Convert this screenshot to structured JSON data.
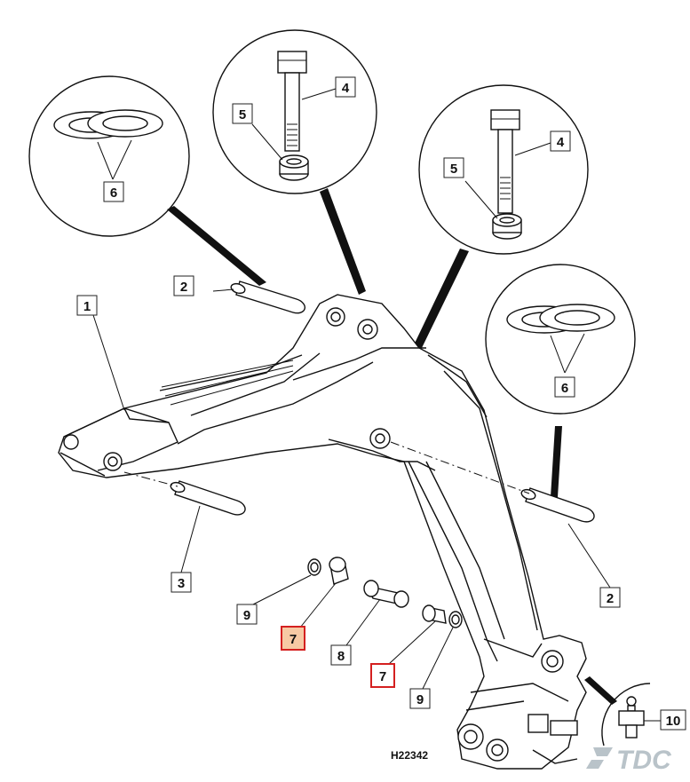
{
  "drawing_code": "H22342",
  "logo_text": "TDC",
  "callouts": [
    {
      "id": "c1",
      "label": "1",
      "state": "normal"
    },
    {
      "id": "c2a",
      "label": "2",
      "state": "normal"
    },
    {
      "id": "c2b",
      "label": "2",
      "state": "normal"
    },
    {
      "id": "c3",
      "label": "3",
      "state": "normal"
    },
    {
      "id": "c4a",
      "label": "4",
      "state": "normal"
    },
    {
      "id": "c4b",
      "label": "4",
      "state": "normal"
    },
    {
      "id": "c5a",
      "label": "5",
      "state": "normal"
    },
    {
      "id": "c5b",
      "label": "5",
      "state": "normal"
    },
    {
      "id": "c6a",
      "label": "6",
      "state": "normal"
    },
    {
      "id": "c6b",
      "label": "6",
      "state": "normal"
    },
    {
      "id": "c7a",
      "label": "7",
      "state": "selected"
    },
    {
      "id": "c7b",
      "label": "7",
      "state": "highlighted"
    },
    {
      "id": "c8",
      "label": "8",
      "state": "normal"
    },
    {
      "id": "c9a",
      "label": "9",
      "state": "normal"
    },
    {
      "id": "c9b",
      "label": "9",
      "state": "normal"
    },
    {
      "id": "c10",
      "label": "10",
      "state": "normal"
    }
  ],
  "colors": {
    "highlight": "#d42020",
    "selected_fill": "#f7c9a4",
    "logo": "#b9c3c9"
  }
}
